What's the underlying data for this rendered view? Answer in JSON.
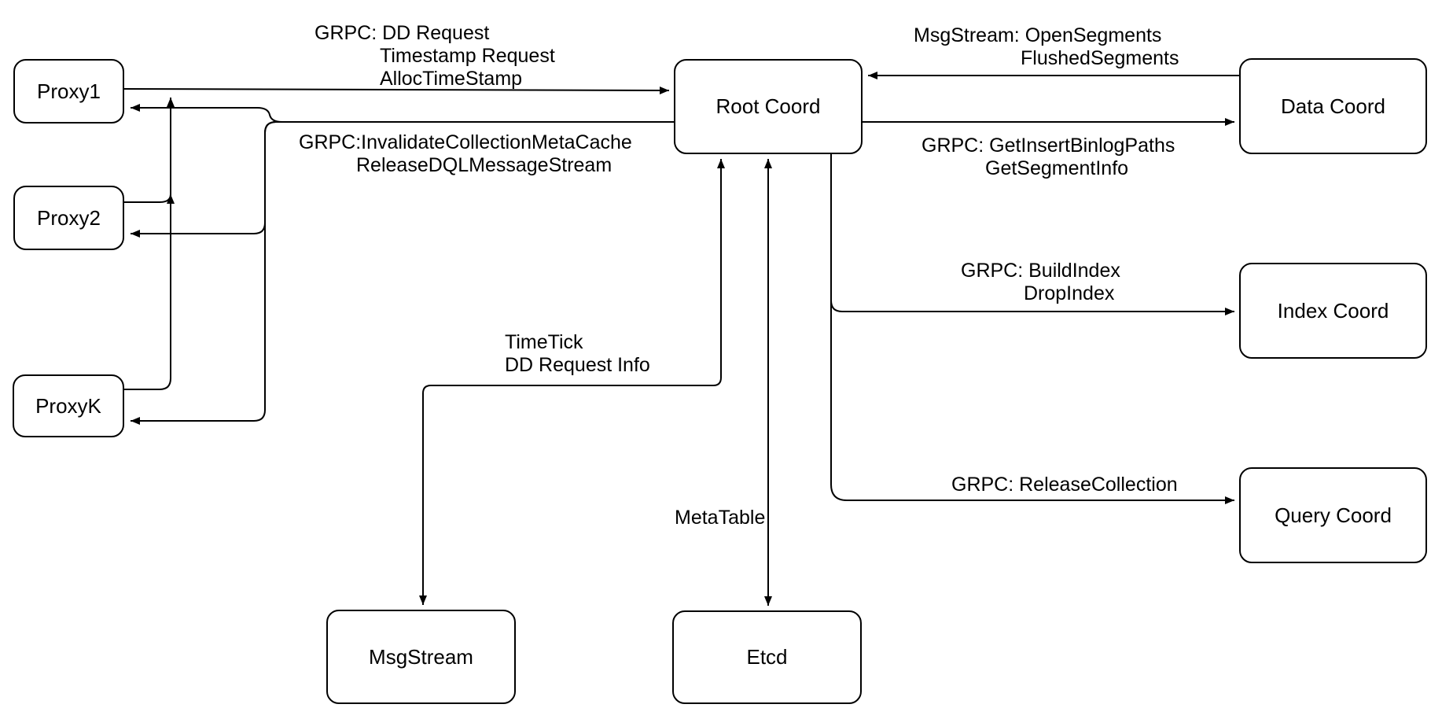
{
  "diagram": {
    "colors": {
      "stroke": "#000000",
      "node_fill": "#ffffff",
      "background": "#ffffff"
    },
    "nodes": {
      "proxy1": {
        "label": "Proxy1"
      },
      "proxy2": {
        "label": "Proxy2"
      },
      "proxyk": {
        "label": "ProxyK"
      },
      "root": {
        "label": "Root Coord"
      },
      "data": {
        "label": "Data Coord"
      },
      "index": {
        "label": "Index Coord"
      },
      "query": {
        "label": "Query Coord"
      },
      "msgstream": {
        "label": "MsgStream"
      },
      "etcd": {
        "label": "Etcd"
      }
    },
    "edge_labels": {
      "proxy_to_root": {
        "line1": "GRPC: DD Request",
        "line2": "Timestamp Request",
        "line3": "AllocTimeStamp"
      },
      "root_to_proxies": {
        "line1": "GRPC:InvalidateCollectionMetaCache",
        "line2": "ReleaseDQLMessageStream"
      },
      "data_to_root": {
        "line1": "MsgStream: OpenSegments",
        "line2": "FlushedSegments"
      },
      "root_to_data": {
        "line1": "GRPC: GetInsertBinlogPaths",
        "line2": "GetSegmentInfo"
      },
      "root_to_index": {
        "line1": "GRPC: BuildIndex",
        "line2": "DropIndex"
      },
      "root_to_query": {
        "line1": "GRPC: ReleaseCollection"
      },
      "root_to_msgstream": {
        "line1": "TimeTick",
        "line2": "DD Request Info"
      },
      "root_to_etcd": {
        "line1": "MetaTable"
      }
    }
  }
}
